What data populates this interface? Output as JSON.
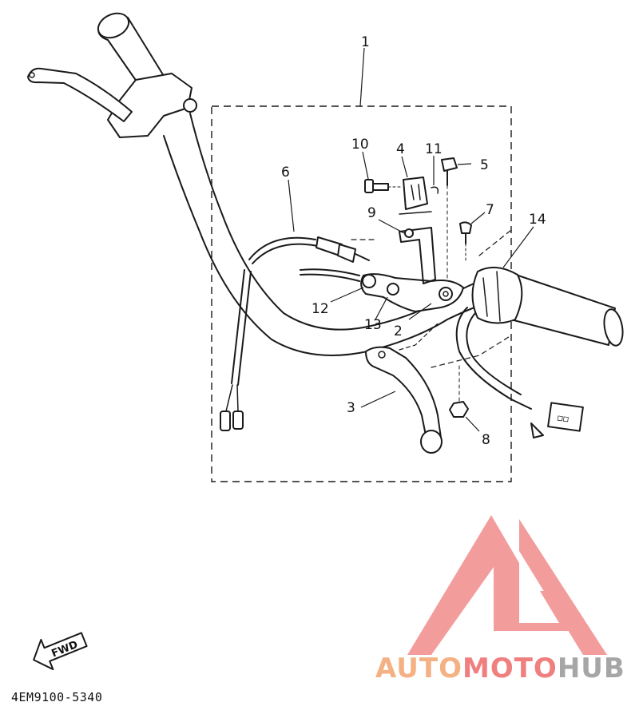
{
  "diagram": {
    "callouts": [
      {
        "id": "1",
        "label": "1"
      },
      {
        "id": "2",
        "label": "2"
      },
      {
        "id": "3",
        "label": "3"
      },
      {
        "id": "4",
        "label": "4"
      },
      {
        "id": "5",
        "label": "5"
      },
      {
        "id": "6",
        "label": "6"
      },
      {
        "id": "7",
        "label": "7"
      },
      {
        "id": "8",
        "label": "8"
      },
      {
        "id": "9",
        "label": "9"
      },
      {
        "id": "10",
        "label": "10"
      },
      {
        "id": "11",
        "label": "11"
      },
      {
        "id": "12",
        "label": "12"
      },
      {
        "id": "13",
        "label": "13"
      },
      {
        "id": "14",
        "label": "14"
      }
    ],
    "fwd_label": "FWD",
    "part_code": "4EM9100-5340"
  },
  "watermark": {
    "text_part1": "AUTO",
    "text_part2": "MOTO",
    "text_part3": "HUB",
    "color_orange": "#f4b183",
    "color_red": "#f08080",
    "color_gray": "#a6a6a6",
    "logo_color": "#f28b8b"
  }
}
